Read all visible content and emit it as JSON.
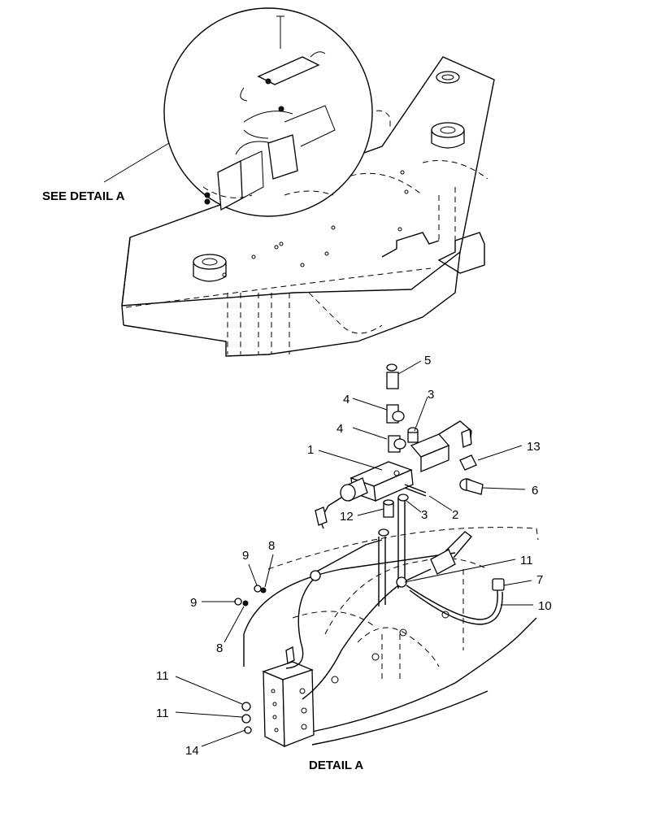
{
  "captions": {
    "see_detail": "SEE DETAIL  A",
    "detail": "DETAIL  A"
  },
  "callouts": [
    {
      "id": "c5",
      "text": "5"
    },
    {
      "id": "c4a",
      "text": "4"
    },
    {
      "id": "c3a",
      "text": "3"
    },
    {
      "id": "c4b",
      "text": "4"
    },
    {
      "id": "c13",
      "text": "13"
    },
    {
      "id": "c1",
      "text": "1"
    },
    {
      "id": "c6",
      "text": "6"
    },
    {
      "id": "c2",
      "text": "2"
    },
    {
      "id": "c3b",
      "text": "3"
    },
    {
      "id": "c12",
      "text": "12"
    },
    {
      "id": "c8a",
      "text": "8"
    },
    {
      "id": "c9a",
      "text": "9"
    },
    {
      "id": "c11a",
      "text": "11"
    },
    {
      "id": "c7",
      "text": "7"
    },
    {
      "id": "c9b",
      "text": "9"
    },
    {
      "id": "c10",
      "text": "10"
    },
    {
      "id": "c8b",
      "text": "8"
    },
    {
      "id": "c11b",
      "text": "11"
    },
    {
      "id": "c11c",
      "text": "11"
    },
    {
      "id": "c14",
      "text": "14"
    }
  ]
}
